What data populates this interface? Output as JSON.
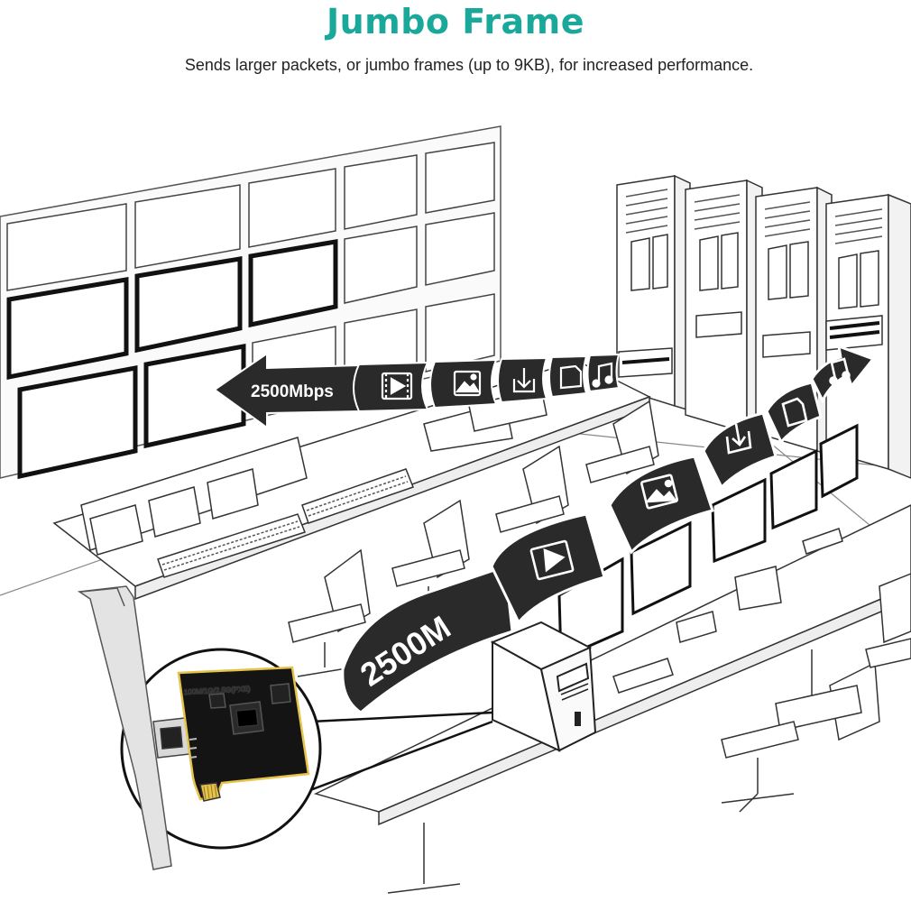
{
  "header": {
    "title": "Jumbo Frame",
    "subtitle": "Sends larger packets, or jumbo frames (up to 9KB), for increased performance.",
    "title_color": "#1aa89a"
  },
  "streams": {
    "outbound_speed": "2500Mbps",
    "inbound_speed": "2500M",
    "stream_color": "#2a2a2a",
    "icons": [
      "video-icon",
      "image-icon",
      "download-icon",
      "document-icon",
      "music-icon"
    ]
  },
  "card": {
    "model_label": "100M/1G/2.5G(PXE)",
    "pcb_color": "#141414",
    "contact_color": "#e6c34a"
  }
}
